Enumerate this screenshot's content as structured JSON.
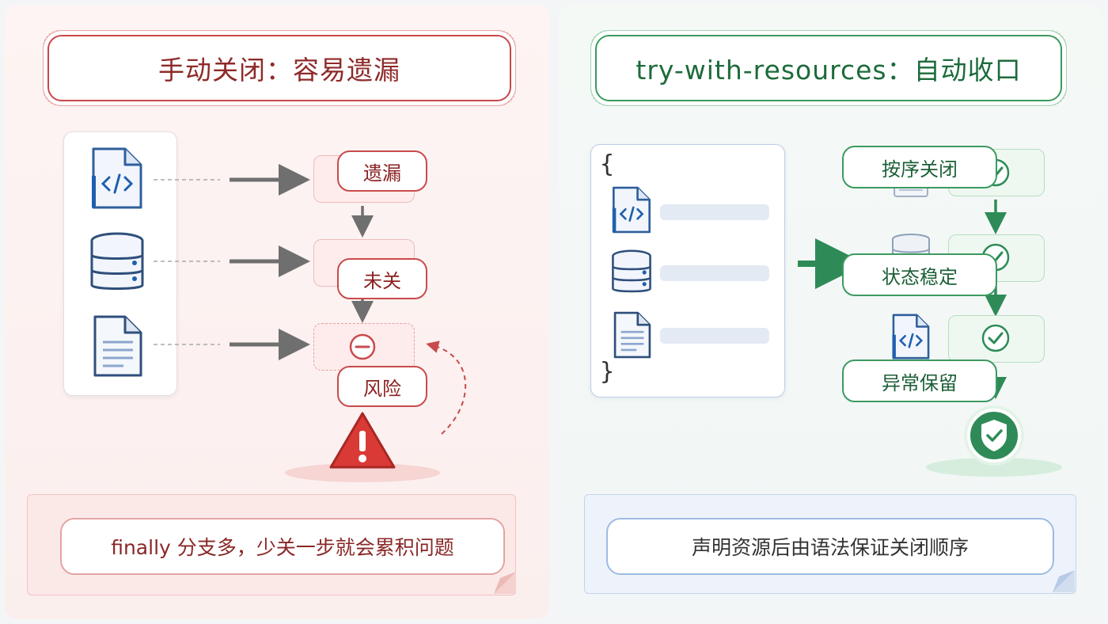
{
  "left": {
    "title": "手动关闭：容易遗漏",
    "tags": [
      "遗漏",
      "未关",
      "风险"
    ],
    "note": "finally 分支多，少关一步就会累积问题",
    "accent": "#c9474a",
    "icons": [
      "code-file-icon",
      "database-icon",
      "document-icon",
      "minus-circle-icon",
      "warning-icon"
    ]
  },
  "right": {
    "title": "try-with-resources：自动收口",
    "brace_open": "{",
    "brace_close": "}",
    "tags": [
      "按序关闭",
      "状态稳定",
      "异常保留"
    ],
    "note": "声明资源后由语法保证关闭顺序",
    "accent": "#2e8b57",
    "icons": [
      "code-file-icon",
      "database-icon",
      "document-icon",
      "check-circle-icon",
      "shield-check-icon"
    ]
  }
}
